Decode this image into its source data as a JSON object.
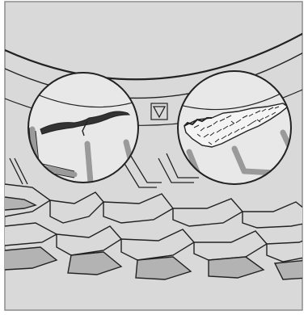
{
  "figure": {
    "background_color": "#d9d9d9",
    "frame_color": "#8c8c8c",
    "line_color": "#222222",
    "tread_fill": "#b3b3b3",
    "magnifier_fill": "#e8e8e8",
    "indicator_symbol": "triangle-down-wear-indicator",
    "left_detail": "crack-in-tread",
    "right_detail": "damaged-tread-surface"
  }
}
